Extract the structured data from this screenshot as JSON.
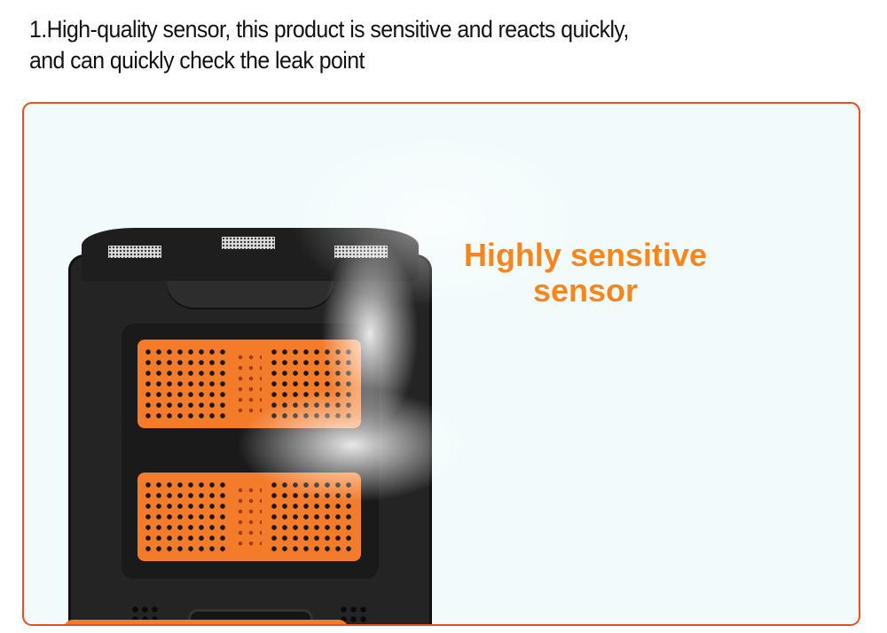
{
  "heading": {
    "line1": "1.High-quality sensor, this product is sensitive and reacts quickly,",
    "line2": "and can quickly check the leak point"
  },
  "tagline": {
    "line1": "Highly sensitive",
    "line2": "sensor"
  },
  "colors": {
    "frame_border": "#e8501c",
    "frame_bg": "#f2fbfc",
    "accent_orange": "#f7861c",
    "device_body": "#242424",
    "panel_orange": "#f37b2a"
  }
}
